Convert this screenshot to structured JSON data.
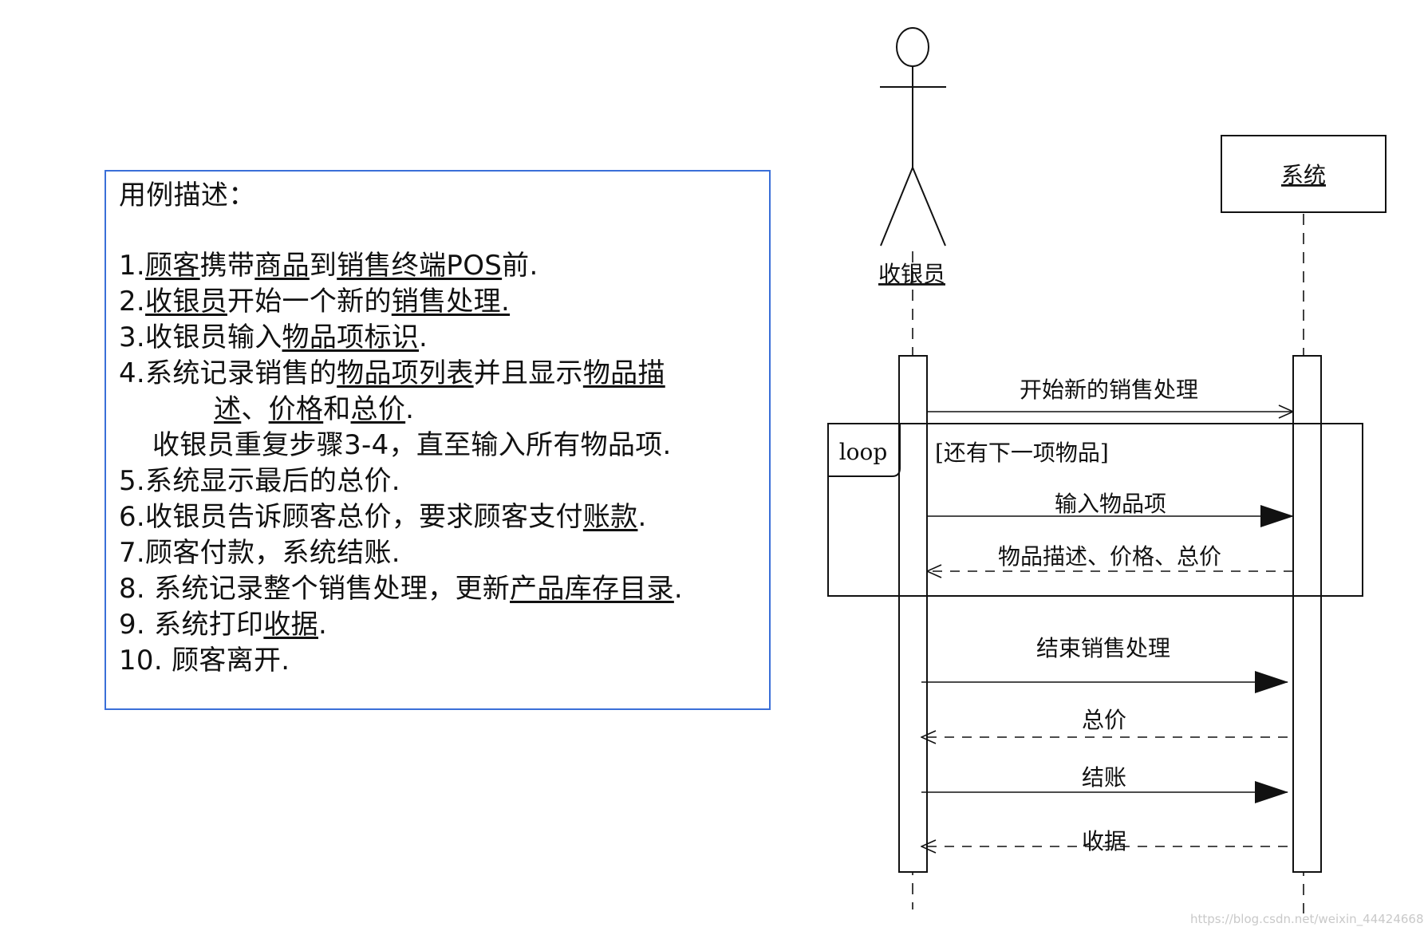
{
  "use_case": {
    "title": "用例描述：",
    "lines": [
      [
        {
          "t": "1."
        },
        {
          "t": "顾客",
          "u": true
        },
        {
          "t": "携带"
        },
        {
          "t": "商品",
          "u": true
        },
        {
          "t": "到"
        },
        {
          "t": "销售终端POS",
          "u": true
        },
        {
          "t": "前."
        }
      ],
      [
        {
          "t": "2."
        },
        {
          "t": "收银员",
          "u": true
        },
        {
          "t": "开始一个新的"
        },
        {
          "t": "销售处理.",
          "u": true
        }
      ],
      [
        {
          "t": "3.收银员输入"
        },
        {
          "t": "物品项标识",
          "u": true
        },
        {
          "t": "."
        }
      ],
      [
        {
          "t": "4.系统记录销售的"
        },
        {
          "t": "物品项列表",
          "u": true
        },
        {
          "t": "并且显示"
        },
        {
          "t": "物品描",
          "u": true
        }
      ],
      [
        {
          "t": "述",
          "u": true
        },
        {
          "t": "、"
        },
        {
          "t": "价格",
          "u": true
        },
        {
          "t": "和"
        },
        {
          "t": "总价",
          "u": true
        },
        {
          "t": "."
        }
      ],
      [
        {
          "t": "收银员重复步骤3-4，直至输入所有物品项."
        }
      ],
      [
        {
          "t": "5.系统显示最后的总价."
        }
      ],
      [
        {
          "t": "6.收银员告诉顾客总价，要求顾客支付"
        },
        {
          "t": "账款",
          "u": true
        },
        {
          "t": "."
        }
      ],
      [
        {
          "t": "7.顾客付款，系统结账."
        }
      ],
      [
        {
          "t": "8. 系统记录整个销售处理，更新"
        },
        {
          "t": "产品库存目录",
          "u": true
        },
        {
          "t": "."
        }
      ],
      [
        {
          "t": "9. 系统打印"
        },
        {
          "t": "收据",
          "u": true
        },
        {
          "t": "."
        }
      ],
      [
        {
          "t": "10. 顾客离开."
        }
      ]
    ]
  },
  "sequence": {
    "actor_label": "收银员",
    "system_label": "系统",
    "loop_label": "loop",
    "loop_guard": "[还有下一项物品]",
    "messages": {
      "start_sale": "开始新的销售处理",
      "enter_item": "输入物品项",
      "item_info": "物品描述、价格、总价",
      "end_sale": "结束销售处理",
      "total": "总价",
      "checkout": "结账",
      "receipt": "收据"
    }
  },
  "watermark": "https://blog.csdn.net/weixin_44424668"
}
